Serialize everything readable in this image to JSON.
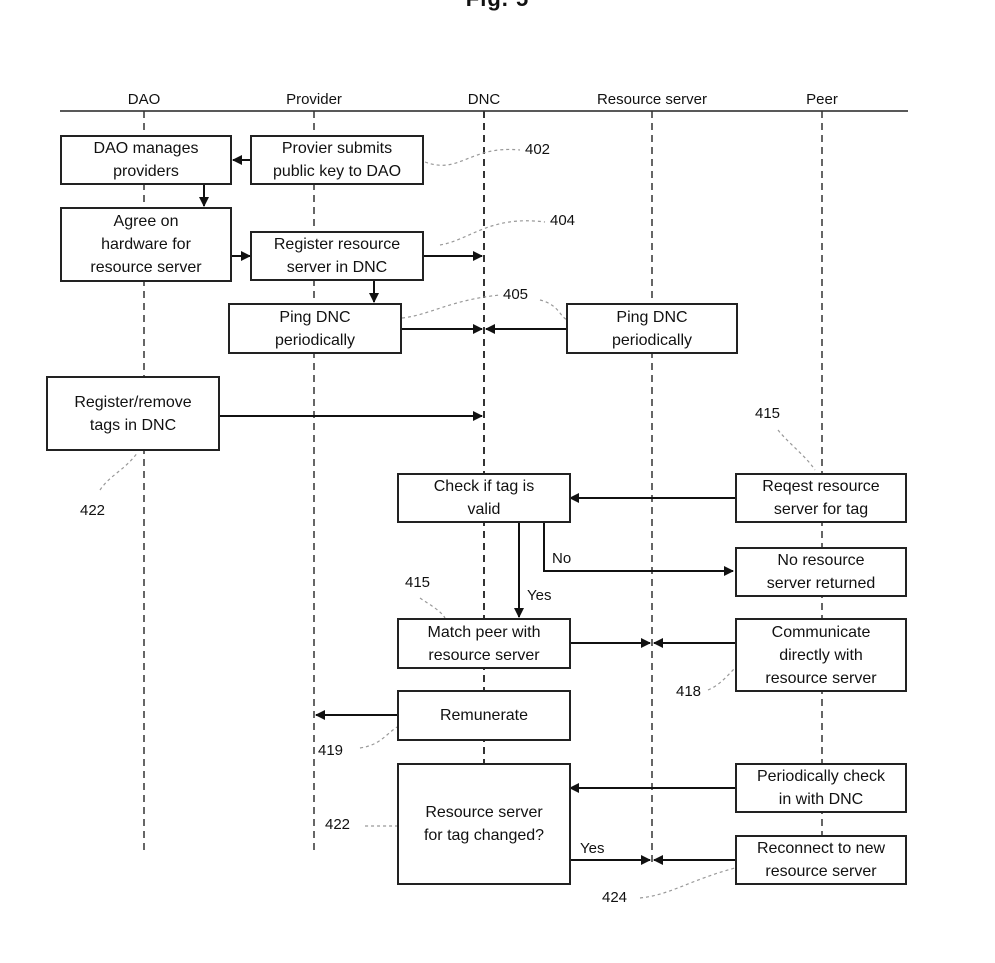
{
  "figure": {
    "title": "Fig. 5"
  },
  "lanes": [
    {
      "id": "dao",
      "label": "DAO"
    },
    {
      "id": "provider",
      "label": "Provider"
    },
    {
      "id": "dnc",
      "label": "DNC"
    },
    {
      "id": "resource_server",
      "label": "Resource server"
    },
    {
      "id": "peer",
      "label": "Peer"
    }
  ],
  "boxes": {
    "dao_manages": "DAO manages\nproviders",
    "provider_submits": "Provier submits\npublic key to DAO",
    "agree_hardware": "Agree on\nhardware for\nresource server",
    "register_rs": "Register resource\nserver in DNC",
    "ping_provider": "Ping DNC\nperiodically",
    "ping_rs": "Ping DNC\nperiodically",
    "register_tags": "Register/remove\ntags in DNC",
    "check_tag": "Check if tag is\nvalid",
    "request_rs": "Reqest resource\nserver for tag",
    "no_rs": "No resource\nserver returned",
    "match_peer": "Match peer with\nresource server",
    "communicate": "Communicate\ndirectly with\nresource server",
    "remunerate": "Remunerate",
    "periodic_check": "Periodically check\nin with DNC",
    "rs_changed": "Resource server\nfor tag changed?",
    "reconnect": "Reconnect to new\nresource server"
  },
  "edge_labels": {
    "no": "No",
    "yes_match": "Yes",
    "yes_changed": "Yes"
  },
  "refs": {
    "r402": "402",
    "r404": "404",
    "r405": "405",
    "r415_top": "415",
    "r422_left": "422",
    "r415_mid": "415",
    "r418": "418",
    "r419": "419",
    "r422_mid": "422",
    "r424": "424"
  }
}
